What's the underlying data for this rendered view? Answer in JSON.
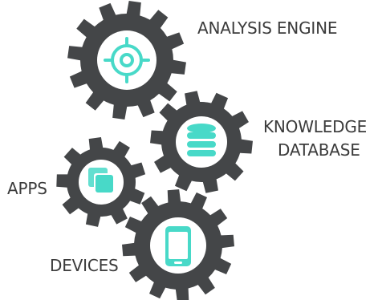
{
  "colors": {
    "gear": "#444648",
    "accent": "#48d9c8",
    "background": "#ffffff",
    "label": "#3b3b3b"
  },
  "gears": [
    {
      "name": "analysis-engine",
      "label_lines": [
        "ANALYSIS ENGINE"
      ],
      "icon": "target-crosshair-icon"
    },
    {
      "name": "knowledge-database",
      "label_lines": [
        "KNOWLEDGE",
        "DATABASE"
      ],
      "icon": "database-icon"
    },
    {
      "name": "apps",
      "label_lines": [
        "APPS"
      ],
      "icon": "apps-windows-icon"
    },
    {
      "name": "devices",
      "label_lines": [
        "DEVICES"
      ],
      "icon": "smartphone-icon"
    }
  ]
}
